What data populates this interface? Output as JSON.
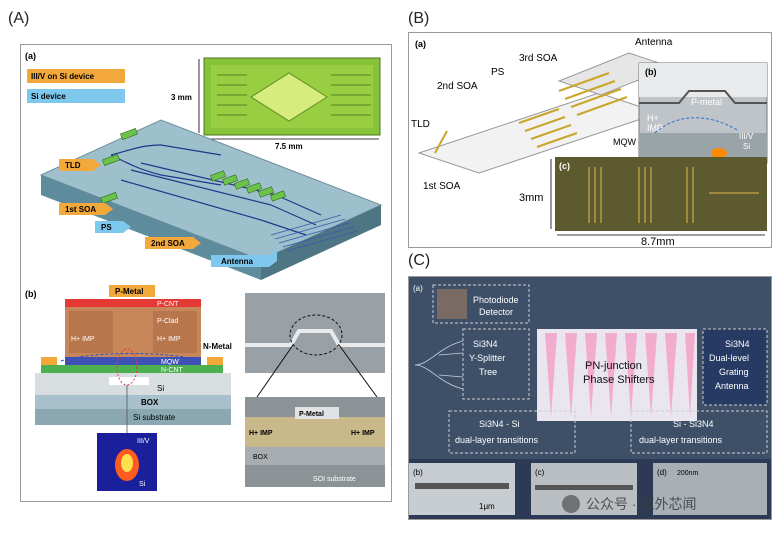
{
  "panels": {
    "A": {
      "label": "(A)",
      "sub_a": "(a)",
      "sub_b": "(b)",
      "legend": [
        "III/V on Si device",
        "Si device"
      ],
      "dim_h": "3 mm",
      "dim_w": "7.5 mm",
      "callouts": [
        "TLD",
        "1st SOA",
        "PS",
        "2nd SOA",
        "Antenna"
      ],
      "xsec": [
        "P-Metal",
        "P-CNT",
        "P-Clad",
        "H+ IMP",
        "H+ IMP",
        "N-Metal",
        "MQW",
        "N-CNT",
        "Si",
        "BOX",
        "Si substrate"
      ],
      "mode": [
        "III/V",
        "Si"
      ],
      "sem": [
        "P-Metal",
        "H+ IMP",
        "H+ IMP",
        "BOX",
        "SOI substrate"
      ]
    },
    "B": {
      "label": "(B)",
      "sub_a": "(a)",
      "sub_b": "(b)",
      "sub_c": "(c)",
      "labels": [
        "Antenna",
        "3rd SOA",
        "PS",
        "2nd SOA",
        "TLD",
        "1st SOA"
      ],
      "inset": [
        "P-metal",
        "H+",
        "IMP",
        "MQW",
        "III/V",
        "Si"
      ],
      "dim_h": "3mm",
      "dim_w": "8.7mm"
    },
    "C": {
      "label": "(C)",
      "sub_a": "(a)",
      "boxes": [
        "Photodiode",
        "Detector",
        "Si3N4",
        "Y-Splitter",
        "Tree",
        "PN-junction",
        "Phase Shifters",
        "Si3N4",
        "Dual-level",
        "Grating",
        "Antenna",
        "Si3N4 - Si",
        "dual-layer transitions",
        "Si - Si3N4",
        "dual-layer transitions"
      ],
      "subs": [
        "(b)",
        "(c)",
        "(d)"
      ],
      "scale1": "1μm",
      "scale2": "200nm"
    }
  },
  "watermark": "公众号 · 红外芯闻",
  "colors": {
    "legend_orange": "#f3a83b",
    "legend_blue": "#7ec8ee",
    "chip_green": "#9acd32"
  }
}
